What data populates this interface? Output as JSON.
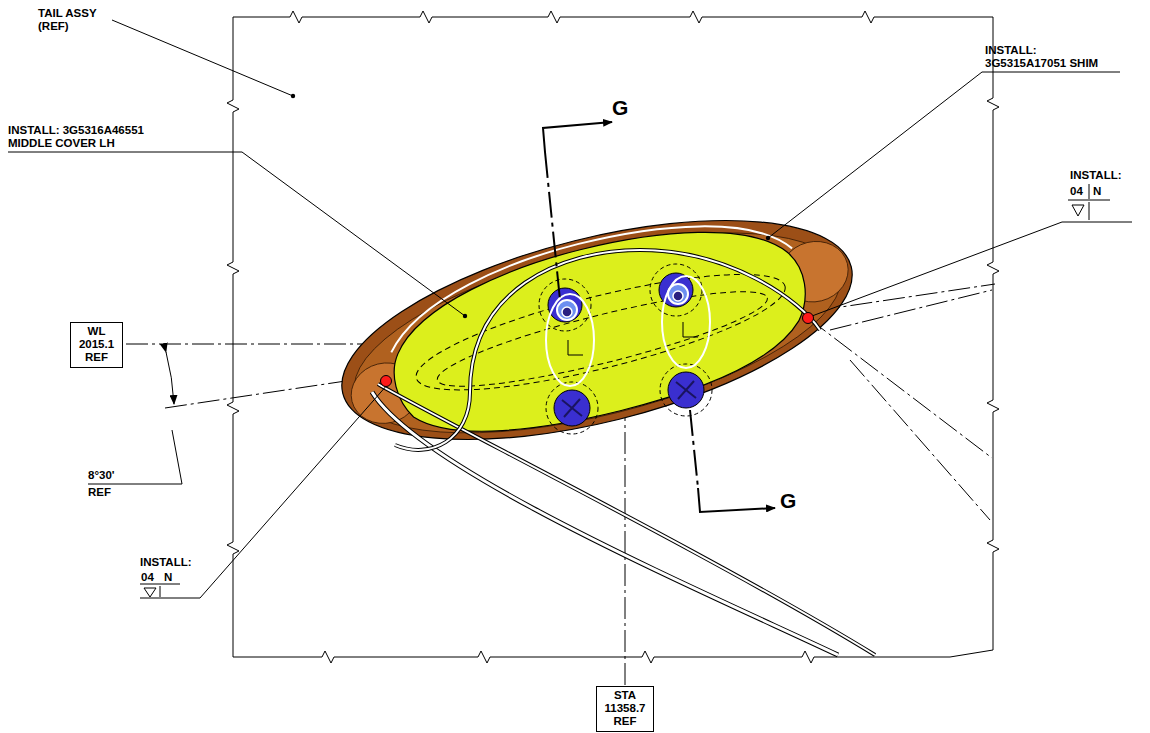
{
  "diagram": {
    "nodes": [
      {
        "text": [
          "WL 2015.1 REF"
        ]
      },
      {
        "text": [
          "STA 11358.7 REF"
        ]
      }
    ],
    "labels": [
      "TAIL ASSY (REF)",
      "INSTALL: 3G5315A17051 SHIM",
      "G",
      "INSTALL: 3G5316A46551 MIDDLE COVER LH",
      "INSTALL:",
      "04",
      "N",
      "8°30' REF",
      "G",
      "INSTALL:",
      "04",
      "N"
    ]
  }
}
